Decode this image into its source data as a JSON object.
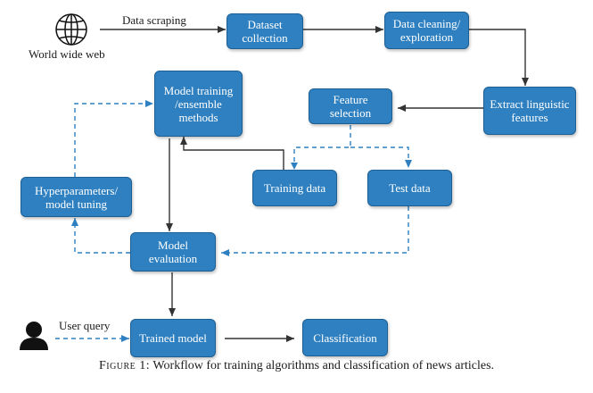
{
  "nodes": {
    "world_wide_web": "World wide web",
    "dataset_collection": "Dataset\ncollection",
    "data_cleaning": "Data cleaning/\nexploration",
    "extract_features": "Extract linguistic\nfeatures",
    "feature_selection": "Feature\nselection",
    "model_training": "Model training\n/ensemble\nmethods",
    "training_data": "Training data",
    "test_data": "Test data",
    "hyperparameters": "Hyperparameters/\nmodel tuning",
    "model_evaluation": "Model\nevaluation",
    "trained_model": "Trained model",
    "classification": "Classification"
  },
  "edge_labels": {
    "data_scraping": "Data scraping",
    "user_query": "User query"
  },
  "caption": {
    "figure_label": "Figure 1:",
    "text": " Workflow for training algorithms and classification of news articles."
  },
  "colors": {
    "node_fill": "#2f80c0",
    "node_border": "#1d5f93",
    "arrow": "#333333",
    "dashed_arrow": "#2f80c0"
  },
  "icons": [
    "globe-icon",
    "user-icon"
  ]
}
